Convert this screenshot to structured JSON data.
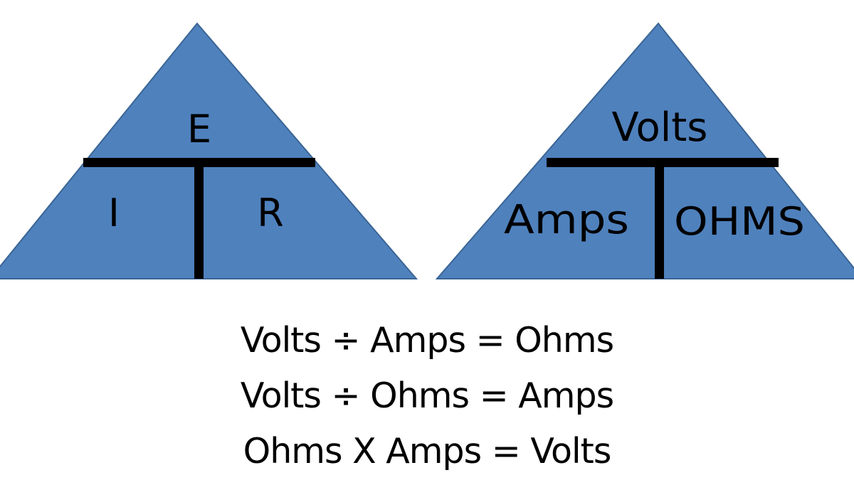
{
  "colors": {
    "triangle_fill": "#4f81bd",
    "triangle_edge": "#3a6595",
    "divider": "#000000",
    "text": "#000000",
    "background": "#ffffff"
  },
  "left_triangle": {
    "top": "E",
    "bottom_left": "I",
    "bottom_right": "R"
  },
  "right_triangle": {
    "top": "Volts",
    "bottom_left": "Amps",
    "bottom_right": "OHMS"
  },
  "equations": [
    "Volts ÷ Amps = Ohms",
    "Volts ÷ Ohms = Amps",
    "Ohms X Amps = Volts"
  ]
}
